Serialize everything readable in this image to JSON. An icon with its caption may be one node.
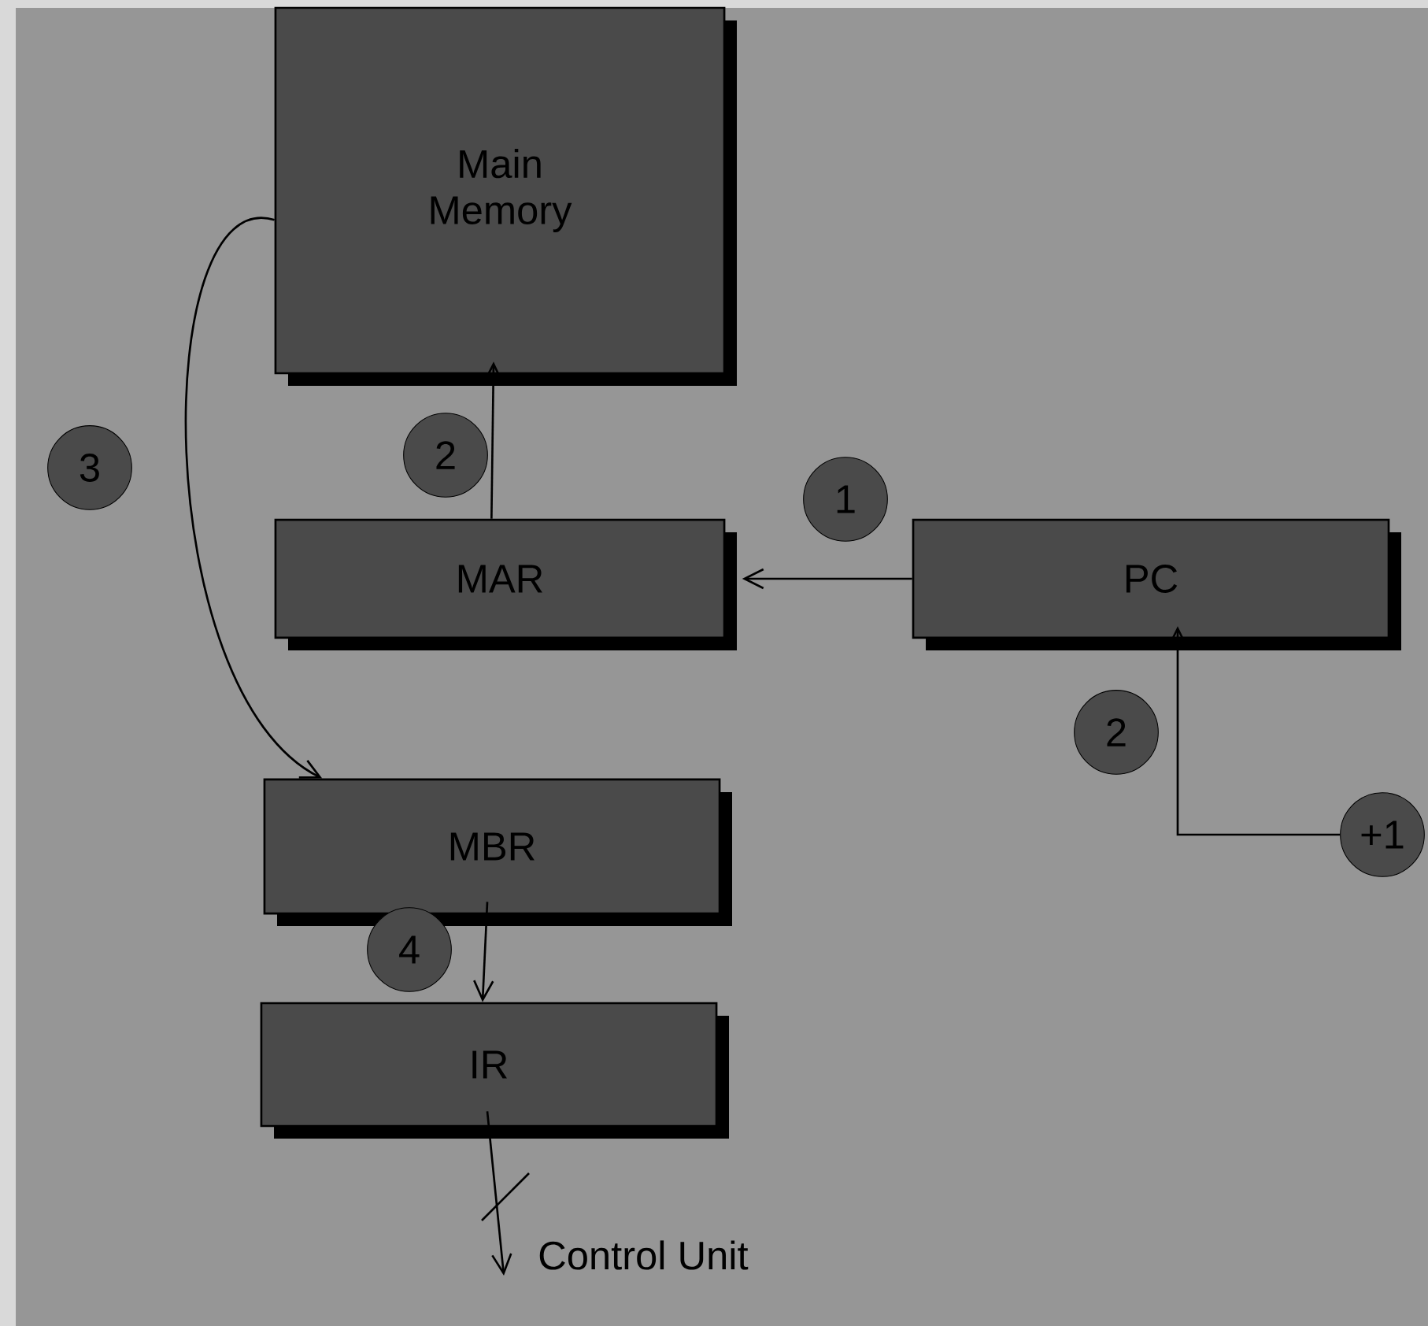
{
  "diagram": {
    "nodes": [
      {
        "text": [
          "Main Memory"
        ]
      },
      {
        "text": [
          "MAR"
        ]
      },
      {
        "text": [
          "PC"
        ]
      },
      {
        "text": [
          "MBR"
        ]
      },
      {
        "text": [
          "IR"
        ]
      },
      {
        "text": [
          "Control Unit"
        ]
      },
      {
        "text": [
          "+1"
        ]
      }
    ],
    "edges": [
      {
        "from": 1,
        "to": 0,
        "arrow": "to"
      },
      {
        "from": 2,
        "to": 1,
        "arrow": "to"
      },
      {
        "from": 6,
        "to": 2,
        "arrow": "to"
      },
      {
        "from": 0,
        "to": 3,
        "arrow": "to"
      },
      {
        "from": 3,
        "to": 4,
        "arrow": "to"
      },
      {
        "from": 4,
        "to": 5,
        "arrow": "to"
      }
    ],
    "labels": [
      "3",
      "2",
      "1",
      "2",
      "4"
    ]
  }
}
